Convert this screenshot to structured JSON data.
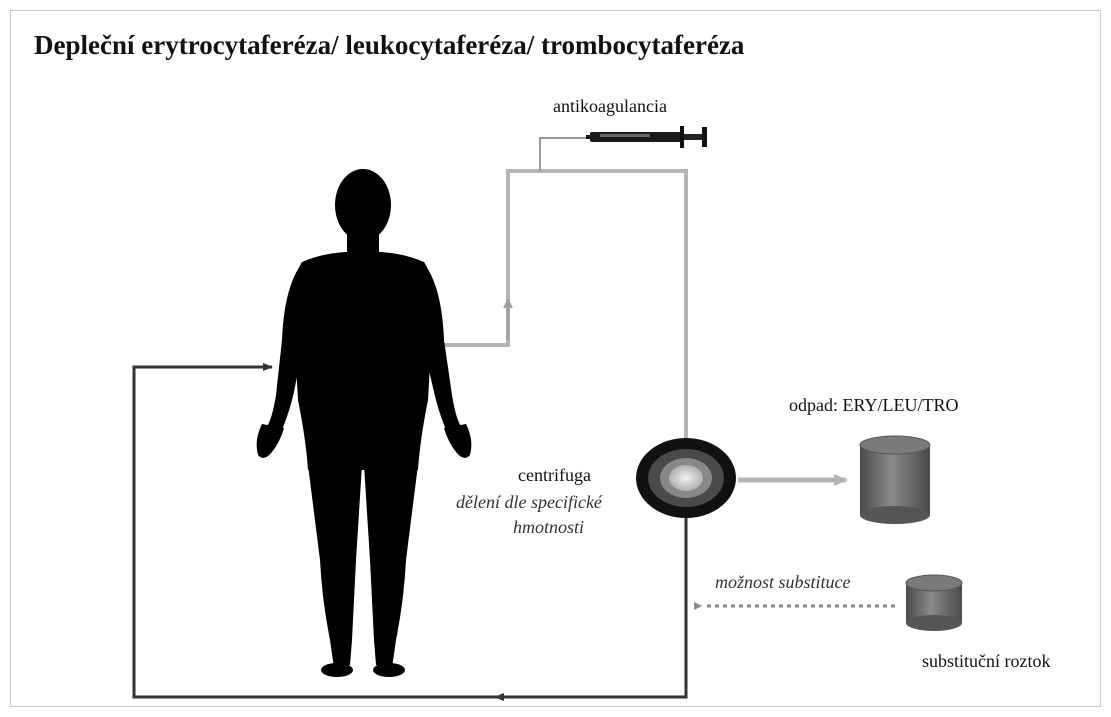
{
  "title": "Depleční erytrocytaferéza/ leukocytaferéza/ trombocytaferéza",
  "labels": {
    "anticoagulant": "antikoagulancia",
    "waste": "odpad: ERY/LEU/TRO",
    "centrifuge": "centrifuga",
    "centrifuge_desc_line1": "dělení dle specifické",
    "centrifuge_desc_line2": "hmotnosti",
    "substitution_option": "možnost substituce",
    "substitution_solution": "substituční roztok"
  },
  "icons": {
    "person": "human-silhouette-icon",
    "syringe": "syringe-icon",
    "centrifuge": "centrifuge-icon",
    "waste_container": "cylinder-container-icon",
    "solution_container": "cylinder-container-icon"
  },
  "colors": {
    "return_line": "#333333",
    "draw_line": "#b5b5b5",
    "silhouette": "#000000",
    "container": "#6f6f6f"
  }
}
